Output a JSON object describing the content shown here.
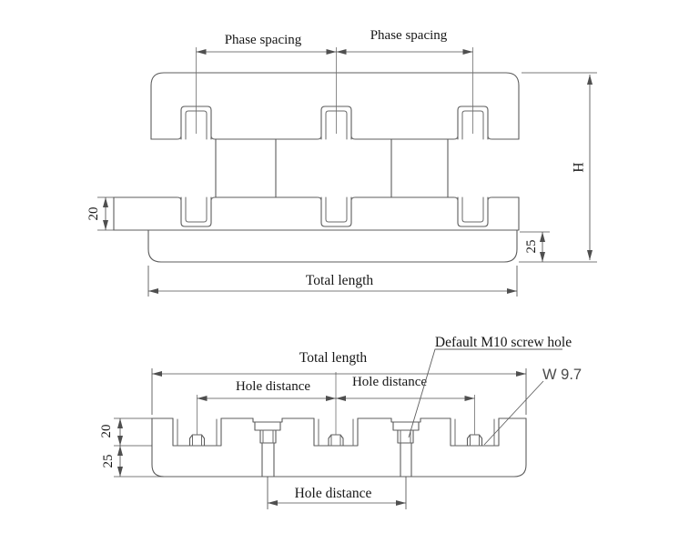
{
  "drawing": {
    "description": "Two-view engineering drawing of a three-phase busbar clamp / insulator support",
    "background_color": "#ffffff",
    "line_color": "#5c5c5c",
    "text_color": "#161616",
    "front_view": {
      "phase_spacing_left": "Phase spacing",
      "phase_spacing_right": "Phase spacing",
      "height_label": "H",
      "left_tab_height": "20",
      "base_thickness": "25",
      "total_length": "Total length"
    },
    "bottom_view": {
      "total_length": "Total length",
      "default_screw_note": "Default M10 screw hole",
      "slot_width_note": "W 9.7",
      "hole_distance_top_left": "Hole distance",
      "hole_distance_top_right": "Hole distance",
      "hole_distance_bottom": "Hole distance",
      "recess_depth": "20",
      "lower_thickness": "25"
    }
  }
}
